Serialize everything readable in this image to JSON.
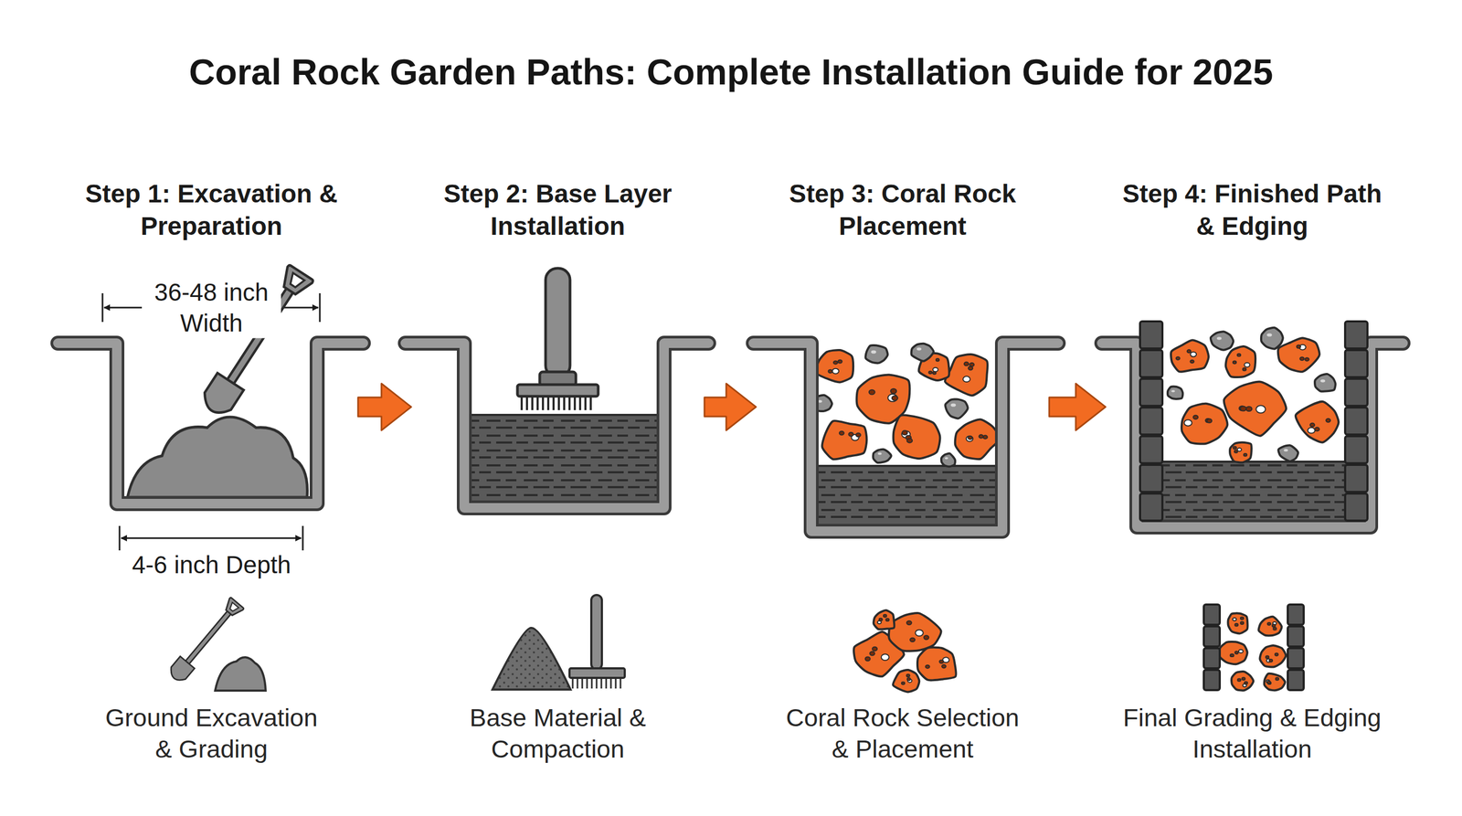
{
  "diagram": {
    "title": "Coral Rock Garden Paths: Complete Installation Guide for 2025",
    "nodes": [
      {
        "text": [
          "Step 1: Excavation & Preparation",
          "Ground Excavation & Grading"
        ]
      },
      {
        "text": [
          "Step 2: Base Layer Installation",
          "Base Material & Compaction"
        ]
      },
      {
        "text": [
          "Step 3: Coral Rock Placement",
          "Coral Rock Selection & Placement"
        ]
      },
      {
        "text": [
          "Step 4: Finished Path & Edging",
          "Final Grading & Edging Installation"
        ]
      }
    ],
    "edges": [
      {
        "from": 0,
        "to": 1,
        "arrow": "to"
      },
      {
        "from": 1,
        "to": 2,
        "arrow": "to"
      },
      {
        "from": 2,
        "to": 3,
        "arrow": "to"
      }
    ],
    "labels": [
      "36-48 inch Width",
      "4-6 inch Depth"
    ]
  }
}
